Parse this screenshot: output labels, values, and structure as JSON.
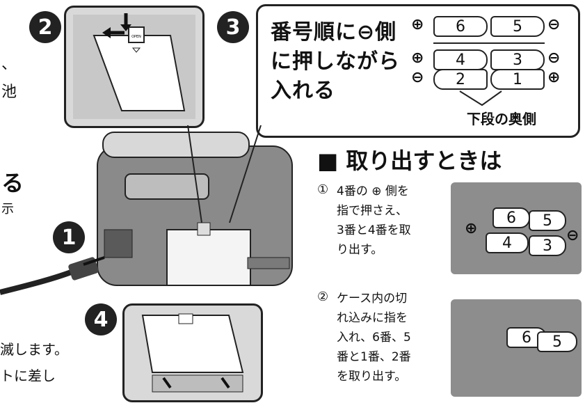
{
  "badges": {
    "b1": "1",
    "b2": "2",
    "b3": "3",
    "b4": "4"
  },
  "left_fragments": {
    "f1": "、",
    "f2": "池",
    "f3": "る",
    "f4": "示",
    "f5": "滅します。",
    "f6": "トに差し"
  },
  "callout3": {
    "instruction": [
      "番号順に⊖側",
      "に押しながら",
      "入れる"
    ],
    "top_row": {
      "plus": "⊕",
      "batteries": [
        "6",
        "5"
      ],
      "minus": "⊖"
    },
    "mid_row": {
      "plus": "⊕",
      "batteries": [
        "4",
        "3"
      ],
      "minus": "⊖"
    },
    "bot_row": {
      "minus": "⊖",
      "batteries": [
        "2",
        "1"
      ],
      "plus": "⊕"
    },
    "rear_label": "下段の奥側"
  },
  "removal": {
    "heading_mark": "■",
    "heading": "取り出すときは",
    "step1": {
      "num": "①",
      "lines": [
        "4番の ⊕ 側を",
        "指で押さえ、",
        "3番と4番を取",
        "り出す。"
      ]
    },
    "step2": {
      "num": "②",
      "lines": [
        "ケース内の切",
        "れ込みに指を",
        "入れ、6番、5",
        "番と1番、2番",
        "を取り出す。"
      ]
    },
    "photo1": {
      "b6": "6",
      "b5": "5",
      "b4": "4",
      "b3": "3",
      "plus": "⊕",
      "minus": "⊖"
    },
    "photo2": {
      "b6": "6",
      "b5": "5"
    }
  },
  "device": {
    "open_label": "OPEN"
  }
}
